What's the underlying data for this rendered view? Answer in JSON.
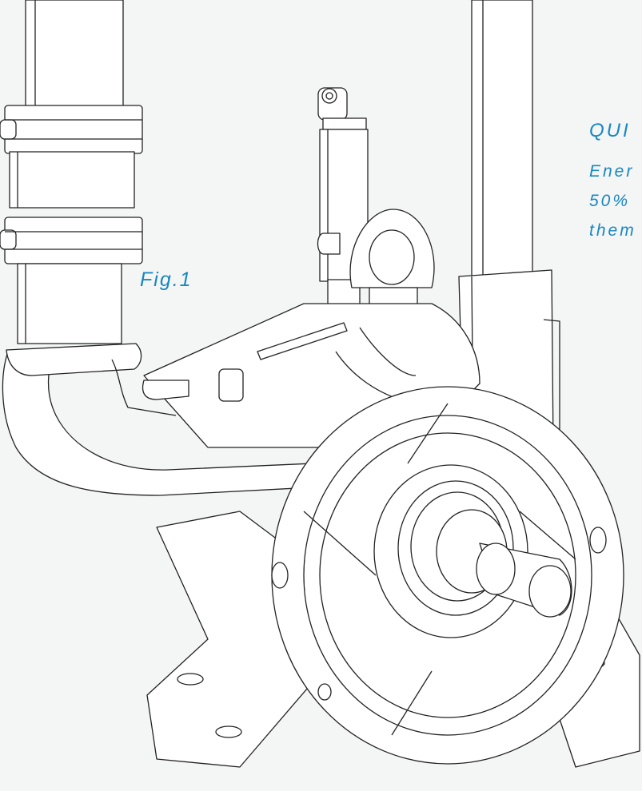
{
  "figure": {
    "label": "Fig.1",
    "callout": {
      "title": "QUI",
      "lines": [
        "Ener",
        "50%",
        "them"
      ]
    }
  },
  "colors": {
    "background": "#f4f6f5",
    "accent": "#1a86c2",
    "line": "#222222",
    "fill": "#ffffff"
  }
}
